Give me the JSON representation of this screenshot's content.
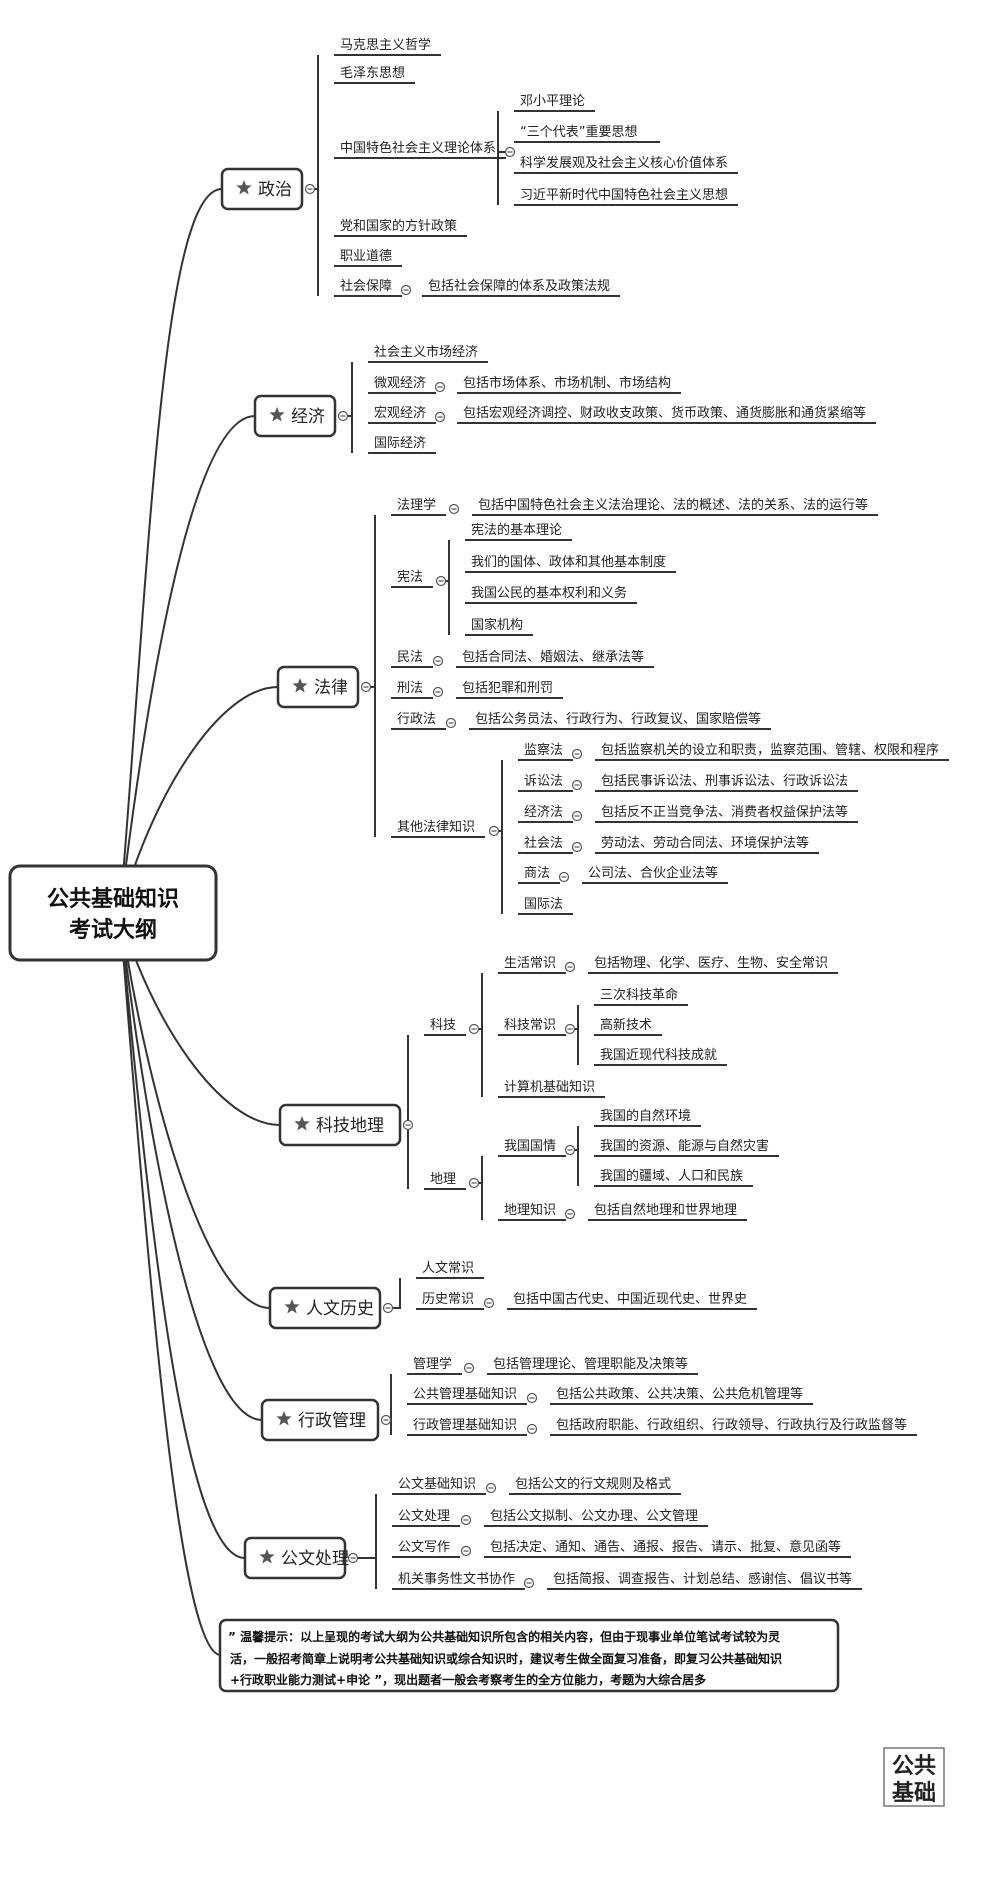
{
  "root": {
    "line1": "公共基础知识",
    "line2": "考试大纲"
  },
  "categories": [
    {
      "label": "政治",
      "icon": "star-icon",
      "children": [
        {
          "label": "马克思主义哲学"
        },
        {
          "label": "毛泽东思想"
        },
        {
          "label": "中国特色社会主义理论体系",
          "children": [
            {
              "label": "邓小平理论"
            },
            {
              "label": "“三个代表”重要思想"
            },
            {
              "label": "科学发展观及社会主义核心价值体系"
            },
            {
              "label": "习近平新时代中国特色社会主义思想"
            }
          ]
        },
        {
          "label": "党和国家的方针政策"
        },
        {
          "label": "职业道德"
        },
        {
          "label": "社会保障",
          "children": [
            {
              "label": "包括社会保障的体系及政策法规"
            }
          ]
        }
      ]
    },
    {
      "label": "经济",
      "icon": "star-icon",
      "children": [
        {
          "label": "社会主义市场经济"
        },
        {
          "label": "微观经济",
          "children": [
            {
              "label": "包括市场体系、市场机制、市场结构"
            }
          ]
        },
        {
          "label": "宏观经济",
          "children": [
            {
              "label": "包括宏观经济调控、财政收支政策、货币政策、通货膨胀和通货紧缩等"
            }
          ]
        },
        {
          "label": "国际经济"
        }
      ]
    },
    {
      "label": "法律",
      "icon": "star-icon",
      "children": [
        {
          "label": "法理学",
          "children": [
            {
              "label": "包括中国特色社会主义法治理论、法的概述、法的关系、法的运行等"
            }
          ]
        },
        {
          "label": "宪法",
          "children": [
            {
              "label": "宪法的基本理论"
            },
            {
              "label": "我们的国体、政体和其他基本制度"
            },
            {
              "label": "我国公民的基本权利和义务"
            },
            {
              "label": "国家机构"
            }
          ]
        },
        {
          "label": "民法",
          "children": [
            {
              "label": "包括合同法、婚姻法、继承法等"
            }
          ]
        },
        {
          "label": "刑法",
          "children": [
            {
              "label": "包括犯罪和刑罚"
            }
          ]
        },
        {
          "label": "行政法",
          "children": [
            {
              "label": "包括公务员法、行政行为、行政复议、国家赔偿等"
            }
          ]
        },
        {
          "label": "其他法律知识",
          "children": [
            {
              "label": "监察法",
              "children": [
                {
                  "label": "包括监察机关的设立和职责，监察范围、管辖、权限和程序"
                }
              ]
            },
            {
              "label": "诉讼法",
              "children": [
                {
                  "label": "包括民事诉讼法、刑事诉讼法、行政诉讼法"
                }
              ]
            },
            {
              "label": "经济法",
              "children": [
                {
                  "label": "包括反不正当竞争法、消费者权益保护法等"
                }
              ]
            },
            {
              "label": "社会法",
              "children": [
                {
                  "label": "劳动法、劳动合同法、环境保护法等"
                }
              ]
            },
            {
              "label": "商法",
              "children": [
                {
                  "label": "公司法、合伙企业法等"
                }
              ]
            },
            {
              "label": "国际法"
            }
          ]
        }
      ]
    },
    {
      "label": "科技地理",
      "icon": "star-icon",
      "children": [
        {
          "label": "科技",
          "children": [
            {
              "label": "生活常识",
              "children": [
                {
                  "label": "包括物理、化学、医疗、生物、安全常识"
                }
              ]
            },
            {
              "label": "科技常识",
              "children": [
                {
                  "label": "三次科技革命"
                },
                {
                  "label": "高新技术"
                },
                {
                  "label": "我国近现代科技成就"
                }
              ]
            },
            {
              "label": "计算机基础知识"
            }
          ]
        },
        {
          "label": "地理",
          "children": [
            {
              "label": "我国国情",
              "children": [
                {
                  "label": "我国的自然环境"
                },
                {
                  "label": "我国的资源、能源与自然灾害"
                },
                {
                  "label": "我国的疆域、人口和民族"
                }
              ]
            },
            {
              "label": "地理知识",
              "children": [
                {
                  "label": "包括自然地理和世界地理"
                }
              ]
            }
          ]
        }
      ]
    },
    {
      "label": "人文历史",
      "icon": "star-icon",
      "children": [
        {
          "label": "人文常识"
        },
        {
          "label": "历史常识",
          "children": [
            {
              "label": "包括中国古代史、中国近现代史、世界史"
            }
          ]
        }
      ]
    },
    {
      "label": "行政管理",
      "icon": "star-icon",
      "children": [
        {
          "label": "管理学",
          "children": [
            {
              "label": "包括管理理论、管理职能及决策等"
            }
          ]
        },
        {
          "label": "公共管理基础知识",
          "children": [
            {
              "label": "包括公共政策、公共决策、公共危机管理等"
            }
          ]
        },
        {
          "label": "行政管理基础知识",
          "children": [
            {
              "label": "包括政府职能、行政组织、行政领导、行政执行及行政监督等"
            }
          ]
        }
      ]
    },
    {
      "label": "公文处理",
      "icon": "star-icon",
      "children": [
        {
          "label": "公文基础知识",
          "children": [
            {
              "label": "包括公文的行文规则及格式"
            }
          ]
        },
        {
          "label": "公文处理",
          "children": [
            {
              "label": "包括公文拟制、公文办理、公文管理"
            }
          ]
        },
        {
          "label": "公文写作",
          "children": [
            {
              "label": "包括决定、通知、通告、通报、报告、请示、批复、意见函等"
            }
          ]
        },
        {
          "label": "机关事务性文书协作",
          "children": [
            {
              "label": "包括简报、调查报告、计划总结、感谢信、倡议书等"
            }
          ]
        }
      ]
    }
  ],
  "note": {
    "lines": [
      "” 温馨提示：以上呈现的考试大纲为公共基础知识所包含的相关内容，但由于现事业单位笔试考试较为灵",
      "活，一般招考简章上说明考公共基础知识或综合知识时，建议考生做全面复习准备，即复习公共基础知识",
      "+行政职业能力测试+申论 ”，现出题者一般会考察考生的全方位能力，考题为大综合居多"
    ]
  },
  "watermark": {
    "line1": "公共",
    "line2": "基础"
  }
}
